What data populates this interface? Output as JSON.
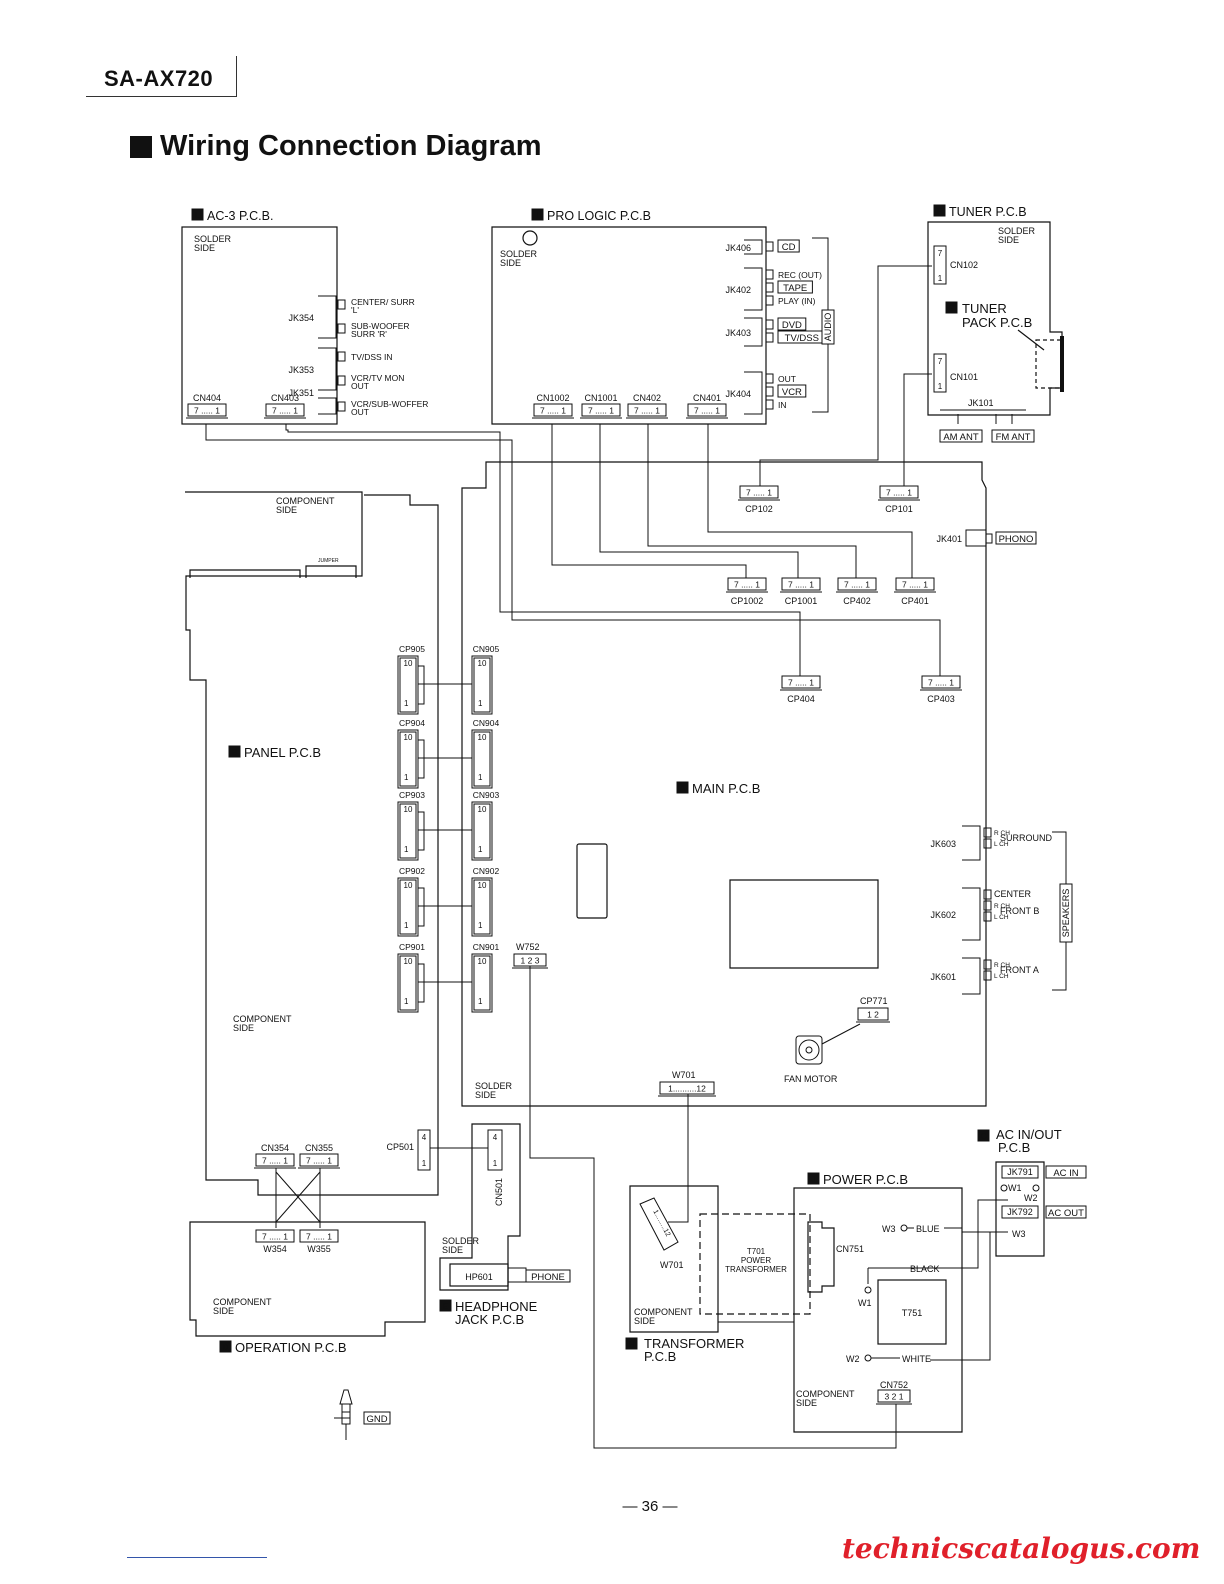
{
  "header": {
    "model": "SA-AX720",
    "title": "Wiring Connection Diagram"
  },
  "boards": [
    {
      "key": "L",
      "name": "AC-3  P.C.B."
    },
    {
      "key": "I",
      "name": "PRO LOGIC P.C.B"
    },
    {
      "key": "F",
      "name": "TUNER P.C.B"
    },
    {
      "key": "G",
      "name": "TUNER PACK P.C.B"
    },
    {
      "key": "B",
      "name": "PANEL P.C.B"
    },
    {
      "key": "A",
      "name": "MAIN P.C.B"
    },
    {
      "key": "C",
      "name": "AC  IN/OUT P.C.B"
    },
    {
      "key": "J",
      "name": "POWER P.C.B"
    },
    {
      "key": "D",
      "name": "OPERATION P.C.B"
    },
    {
      "key": "E",
      "name": "HEADPHONE JACK P.C.B"
    },
    {
      "key": "H",
      "name": "TRANSFORMER P.C.B"
    }
  ],
  "side_labels": {
    "solder": "SOLDER SIDE",
    "component": "COMPONENT SIDE",
    "jumper": "JUMPER"
  },
  "ac3_jacks": [
    {
      "id": "JK354",
      "ports": [
        "CENTER/ SURR 'L'",
        "SUB-WOOFER SURR 'R'"
      ]
    },
    {
      "id": "JK353",
      "ports": [
        "TV/DSS  IN",
        "VCR/TV MON OUT"
      ]
    },
    {
      "id": "JK351",
      "ports": [
        "VCR/SUB-WOFFER OUT"
      ]
    }
  ],
  "ac3_connectors": [
    {
      "id": "CN404",
      "pins": "7 ..... 1"
    },
    {
      "id": "CN403",
      "pins": "7 ..... 1"
    }
  ],
  "prologic_jacks": [
    {
      "id": "JK406",
      "ports": [
        "CD"
      ]
    },
    {
      "id": "JK402",
      "ports": [
        "REC (OUT)",
        "TAPE",
        "PLAY (IN)"
      ]
    },
    {
      "id": "JK403",
      "ports": [
        "DVD",
        "TV/DSS"
      ]
    },
    {
      "id": "JK404",
      "ports": [
        "OUT",
        "VCR",
        "IN"
      ]
    }
  ],
  "prologic_group": "AUDIO",
  "prologic_connectors": [
    {
      "id": "CN1002",
      "pins": "7 ..... 1"
    },
    {
      "id": "CN1001",
      "pins": "7 ..... 1"
    },
    {
      "id": "CN402",
      "pins": "7 ..... 1"
    },
    {
      "id": "CN401",
      "pins": "7 ..... 1"
    }
  ],
  "tuner": {
    "cn102": "CN102",
    "cn101": "CN101",
    "jk101": "JK101",
    "am": "AM ANT",
    "fm": "FM ANT"
  },
  "main_cp": [
    {
      "id": "CP102",
      "pins": "7 ..... 1"
    },
    {
      "id": "CP101",
      "pins": "7 ..... 1"
    },
    {
      "id": "CP1002",
      "pins": "7 ..... 1"
    },
    {
      "id": "CP1001",
      "pins": "7 ..... 1"
    },
    {
      "id": "CP402",
      "pins": "7 ..... 1"
    },
    {
      "id": "CP401",
      "pins": "7 ..... 1"
    },
    {
      "id": "CP404",
      "pins": "7 ..... 1"
    },
    {
      "id": "CP403",
      "pins": "7 ..... 1"
    }
  ],
  "phono": {
    "jack": "JK401",
    "label": "PHONO"
  },
  "panel_pairs": [
    {
      "cp": "CP905",
      "cn": "CN905"
    },
    {
      "cp": "CP904",
      "cn": "CN904"
    },
    {
      "cp": "CP903",
      "cn": "CN903"
    },
    {
      "cp": "CP902",
      "cn": "CN902"
    },
    {
      "cp": "CP901",
      "cn": "CN901"
    }
  ],
  "pin_labels": {
    "top": "10",
    "bottom": "1"
  },
  "speakers": {
    "group": "SPEAKERS",
    "jacks": [
      {
        "id": "JK603",
        "ports": [
          "R CH",
          "SURROUND",
          "L CH"
        ]
      },
      {
        "id": "JK602",
        "ports": [
          "CENTER",
          "R CH",
          "FRONT B",
          "L CH"
        ]
      },
      {
        "id": "JK601",
        "ports": [
          "R CH",
          "FRONT A",
          "L CH"
        ]
      }
    ]
  },
  "misc": {
    "w752": "W752",
    "w752_pins": "1 2 3",
    "cp771": "CP771",
    "cp771_pins": "1  2",
    "fan": "FAN MOTOR",
    "w701": "W701",
    "w701_pins": "1..........12",
    "cp501": "CP501",
    "cn501": "CN501",
    "cp501_top": "4",
    "cp501_bot": "1",
    "cn354": "CN354",
    "cn355": "CN355",
    "w354": "W354",
    "w355": "W355",
    "hp601": "HP601",
    "phone": "PHONE",
    "t701": "T701 POWER TRANSFORMER",
    "t701_pins": "1.........12",
    "cn751": "CN751",
    "t751": "T751",
    "cn752": "CN752",
    "cn752_pins": "3 2 1",
    "blue": "BLUE",
    "black": "BLACK",
    "white": "WHITE",
    "w1": "W1",
    "w2": "W2",
    "w3": "W3",
    "jk791": "JK791",
    "jk792": "JK792",
    "acin": "AC IN",
    "acout": "AC OUT",
    "gnd": "GND"
  },
  "footer": {
    "page": "— 36 —",
    "watermark": "technicscatalogus.com"
  }
}
